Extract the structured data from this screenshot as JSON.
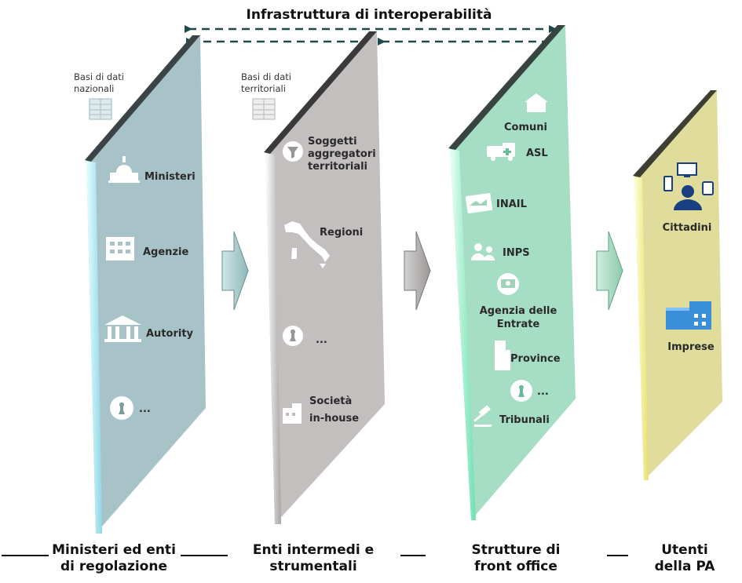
{
  "title": "Infrastruttura di interoperabilità",
  "panels": {
    "p1": {
      "db_label": [
        "Basi di dati",
        "nazionali"
      ],
      "items": [
        "Ministeri",
        "Agenzie",
        "Autority",
        "..."
      ],
      "bottom": [
        "Ministeri ed enti",
        "di regolazione"
      ]
    },
    "p2": {
      "db_label": [
        "Basi di dati",
        "territoriali"
      ],
      "items": [
        "Soggetti",
        "aggregatori",
        "territoriali",
        "Regioni",
        "...",
        "Società",
        "in-house"
      ],
      "bottom": [
        "Enti intermedi e",
        "strumentali"
      ]
    },
    "p3": {
      "items": [
        "Comuni",
        "ASL",
        "INAIL",
        "INPS",
        "Agenzia delle",
        "Entrate",
        "Province",
        "...",
        "Tribunali"
      ],
      "bottom": [
        "Strutture di",
        "front office"
      ]
    },
    "p4": {
      "items": [
        "Cittadini",
        "Imprese"
      ],
      "bottom": [
        "Utenti",
        "della PA"
      ]
    }
  },
  "colors": {
    "panel1": "#a8c3c8",
    "panel2": "#c3bfbe",
    "panel3": "#a6ddc5",
    "panel4": "#dfdc9c",
    "arrow_dashed": "#1d4a4a",
    "icon": "#7c9aa0"
  }
}
